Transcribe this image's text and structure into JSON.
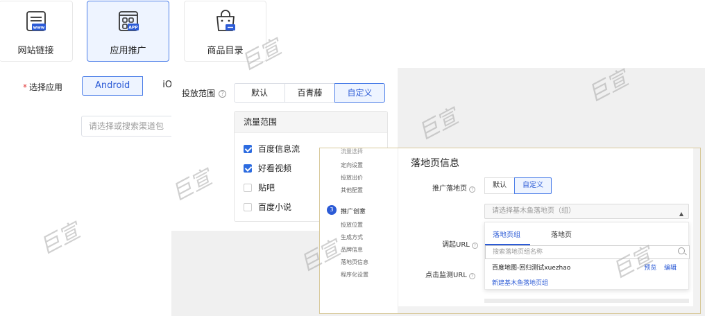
{
  "type_cards": [
    {
      "label": "网站链接",
      "icon": "website-link-icon",
      "badge": "www"
    },
    {
      "label": "应用推广",
      "icon": "app-promotion-icon",
      "badge": "APP"
    },
    {
      "label": "商品目录",
      "icon": "product-catalog-icon"
    }
  ],
  "app_select": {
    "label": "选择应用",
    "required_mark": "*",
    "os_options": [
      "Android",
      "iOS"
    ],
    "os_selected": "Android",
    "channel_placeholder": "请选择或搜索渠道包"
  },
  "placement": {
    "label": "投放范围",
    "help_icon": "?",
    "options": [
      "默认",
      "百青藤",
      "自定义"
    ],
    "selected": "自定义",
    "flow_title": "流量范围",
    "flow_items": [
      {
        "label": "百度信息流",
        "checked": true
      },
      {
        "label": "好看视频",
        "checked": true
      },
      {
        "label": "贴吧",
        "checked": false
      },
      {
        "label": "百度小说",
        "checked": false
      }
    ]
  },
  "overlay": {
    "steps_cut": [
      "流量选择",
      "定向设置",
      "投放出价",
      "其他配置"
    ],
    "current_step_number": "3",
    "current_step": "推广创意",
    "sub_steps": [
      "投放位置",
      "生成方式",
      "品牌信息",
      "落地页信息",
      "程序化设置"
    ],
    "title": "落地页信息",
    "landing_label": "推广落地页",
    "landing_options": [
      "默认",
      "自定义"
    ],
    "landing_selected": "自定义",
    "landing_select_placeholder": "请选择基木鱼落地页（组）",
    "deeplink_label": "调起URL",
    "click_monitor_label": "点击监测URL",
    "dropdown_tabs": [
      "落地页组",
      "落地页"
    ],
    "dropdown_active_tab": "落地页组",
    "dropdown_search_placeholder": "搜索落地页组名称",
    "dropdown_item": "百度地图-回归测试xuezhao",
    "dropdown_item_actions": [
      "预览",
      "编辑"
    ],
    "dropdown_new": "新建基木鱼落地页组"
  },
  "watermark_text": "巨宣",
  "colors": {
    "accent": "#2c5bd6",
    "accent_bg": "#eef4ff",
    "required": "#e03b3b"
  }
}
